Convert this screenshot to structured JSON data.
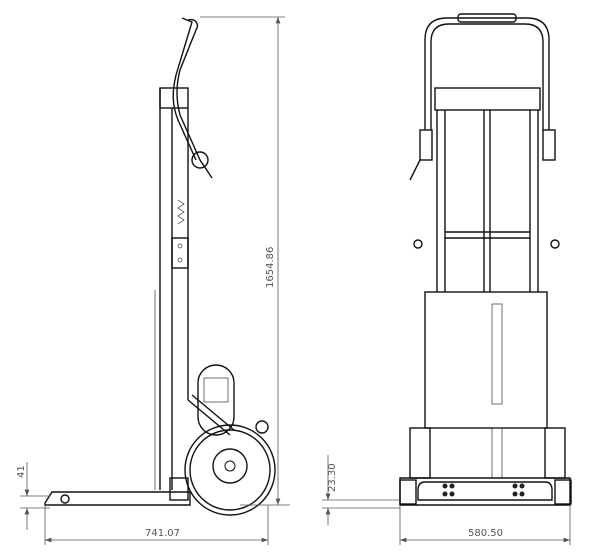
{
  "dimensions": {
    "height": "1654.86",
    "side_depth": "741.07",
    "side_plate_height": "41",
    "front_base_height": "23.30",
    "front_width": "580.50"
  }
}
